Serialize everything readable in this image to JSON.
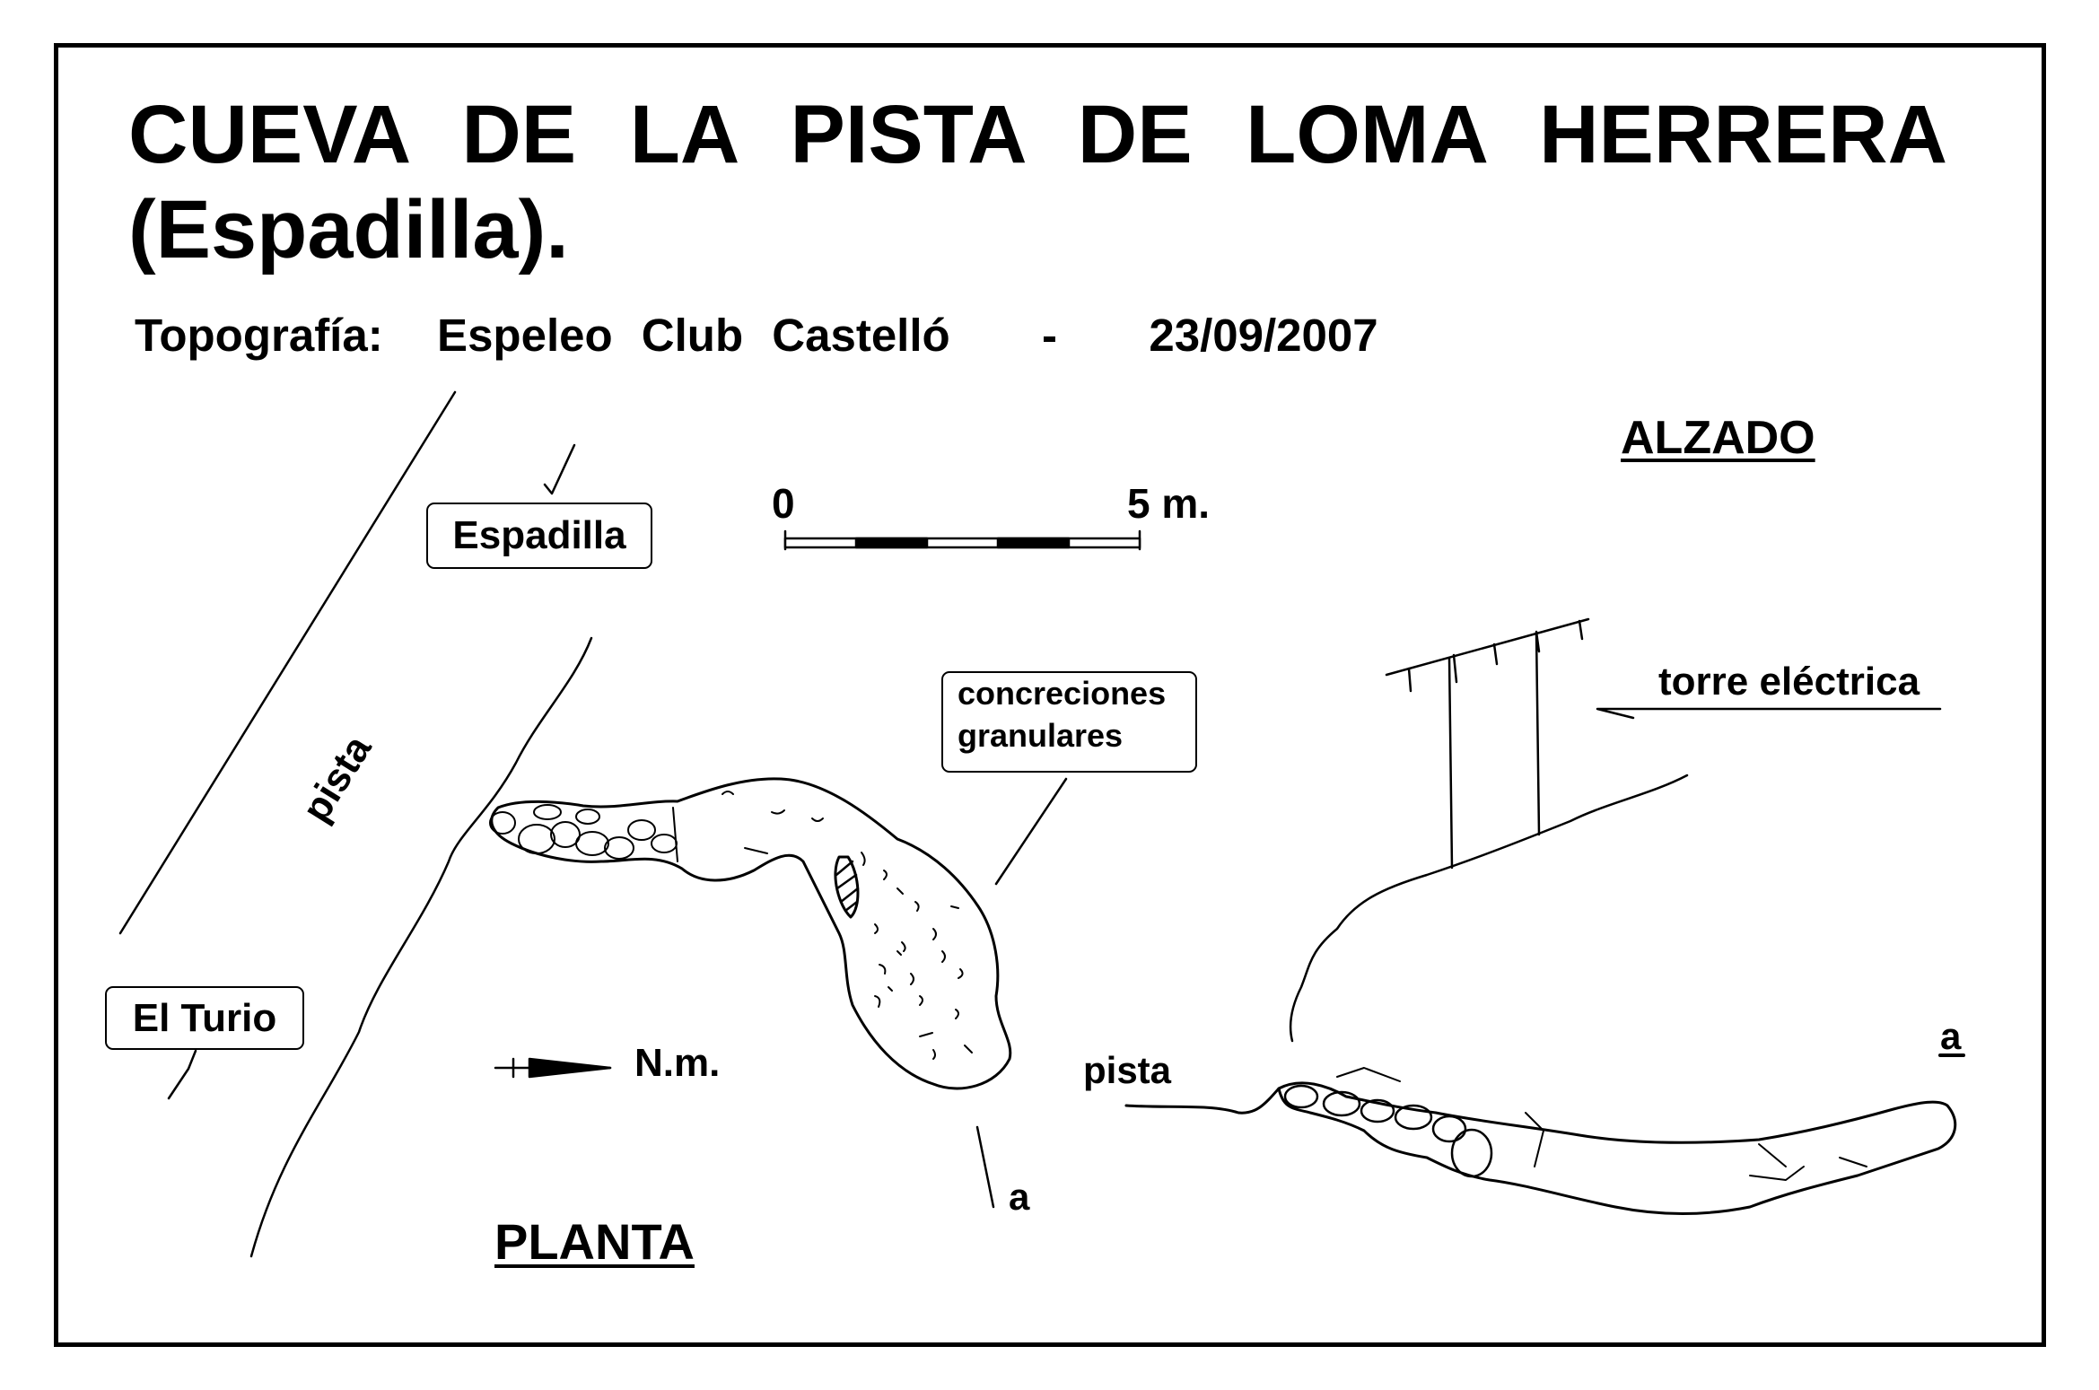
{
  "title": {
    "line1": "CUEVA DE LA PISTA DE LOMA HERRERA",
    "line2": "(Espadilla)."
  },
  "subtitle": {
    "label": "Topografía:",
    "author": "Espeleo Club Castelló",
    "separator": "-",
    "date": "23/09/2007"
  },
  "scale": {
    "start": "0",
    "end": "5 m."
  },
  "plan": {
    "heading": "PLANTA",
    "north": "N.m.",
    "road_label": "pista",
    "place_espadilla": "Espadilla",
    "place_turio": "El Turio",
    "concretions_line1": "concreciones",
    "concretions_line2": "granulares",
    "section_mark": "a"
  },
  "elevation": {
    "heading": "ALZADO",
    "tower_label": "torre eléctrica",
    "road_label": "pista",
    "section_mark": "a"
  }
}
